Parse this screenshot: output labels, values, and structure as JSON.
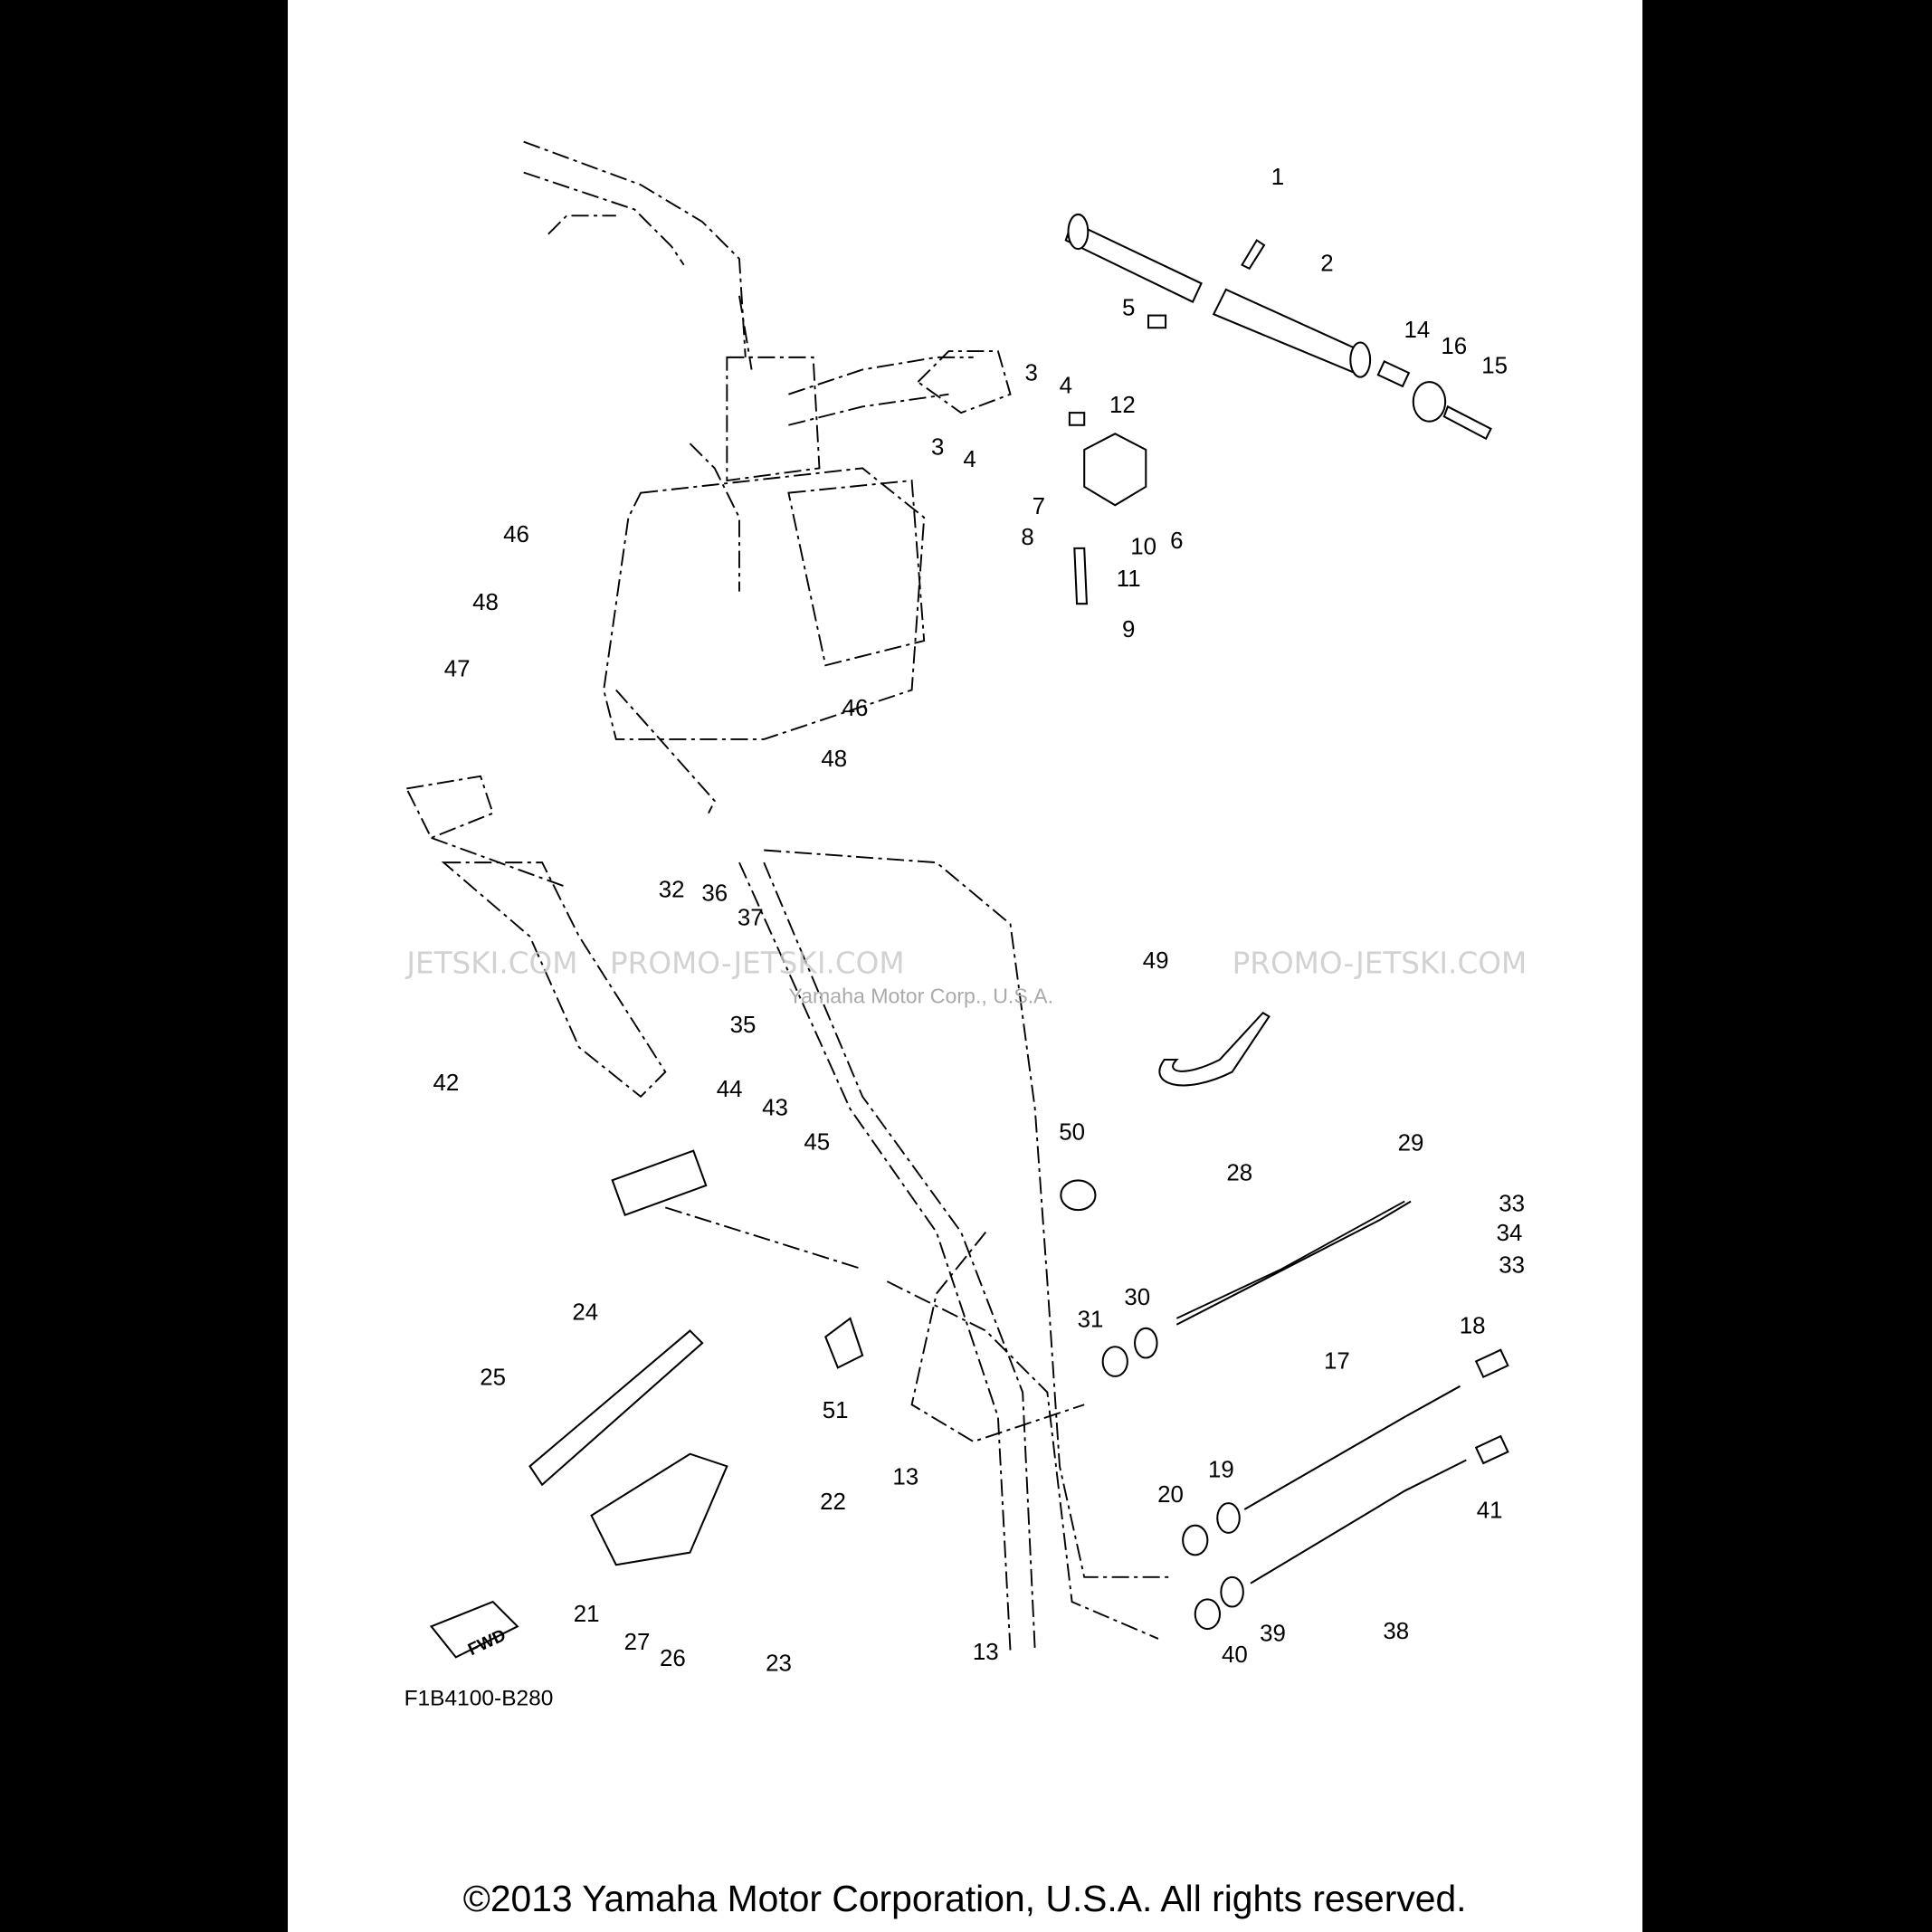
{
  "diagram": {
    "code": "F1B4100-B280",
    "fwd_label": "FWD",
    "copyright": "©2013 Yamaha Motor Corporation, U.S.A. All rights reserved.",
    "watermark_left": "JETSKI.COM",
    "watermark_mid": "PROMO-JETSKI.COM",
    "watermark_right": "PROMO-JETSKI.COM",
    "watermark_notice": "Yamaha Motor Corp., U.S.A."
  },
  "callouts": [
    "1",
    "2",
    "5",
    "14",
    "16",
    "15",
    "3",
    "4",
    "12",
    "3",
    "4",
    "7",
    "10",
    "6",
    "8",
    "11",
    "9",
    "46",
    "48",
    "47",
    "46",
    "48",
    "32",
    "36",
    "37",
    "49",
    "35",
    "42",
    "44",
    "43",
    "45",
    "50",
    "29",
    "28",
    "33",
    "34",
    "33",
    "30",
    "31",
    "18",
    "17",
    "24",
    "25",
    "51",
    "19",
    "13",
    "22",
    "20",
    "41",
    "21",
    "27",
    "26",
    "23",
    "13",
    "39",
    "38",
    "40"
  ]
}
